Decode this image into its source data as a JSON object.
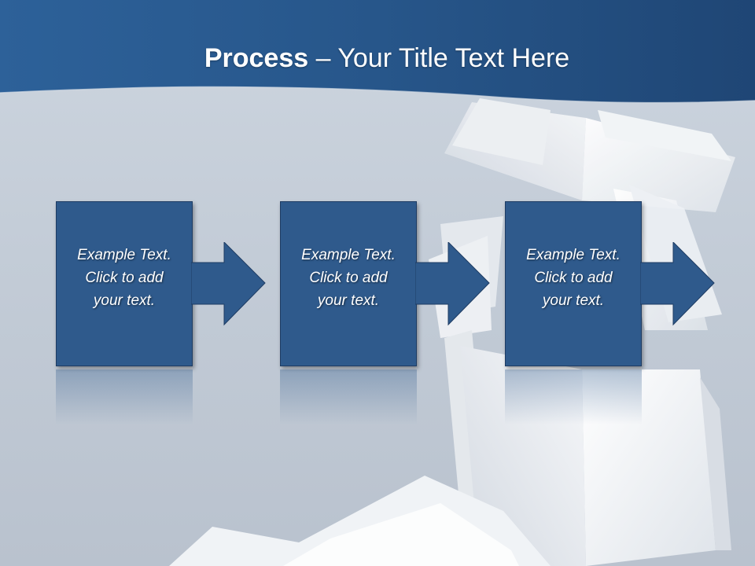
{
  "slide": {
    "title_bold": "Process",
    "title_rest": " – Your Title Text Here",
    "steps": [
      {
        "text": "Example Text.\nClick  to add\nyour text."
      },
      {
        "text": "Example Text.\nClick  to add\nyour text."
      },
      {
        "text": "Example Text.\nClick  to add\nyour text."
      }
    ]
  },
  "colors": {
    "header_band": "#2a5a8e",
    "box_fill": "#2f5a8c",
    "box_border": "#1e3c63",
    "background": "#c8d0da",
    "text": "#ffffff"
  },
  "icons": [
    "book-illustration",
    "arrow-right-icon"
  ]
}
